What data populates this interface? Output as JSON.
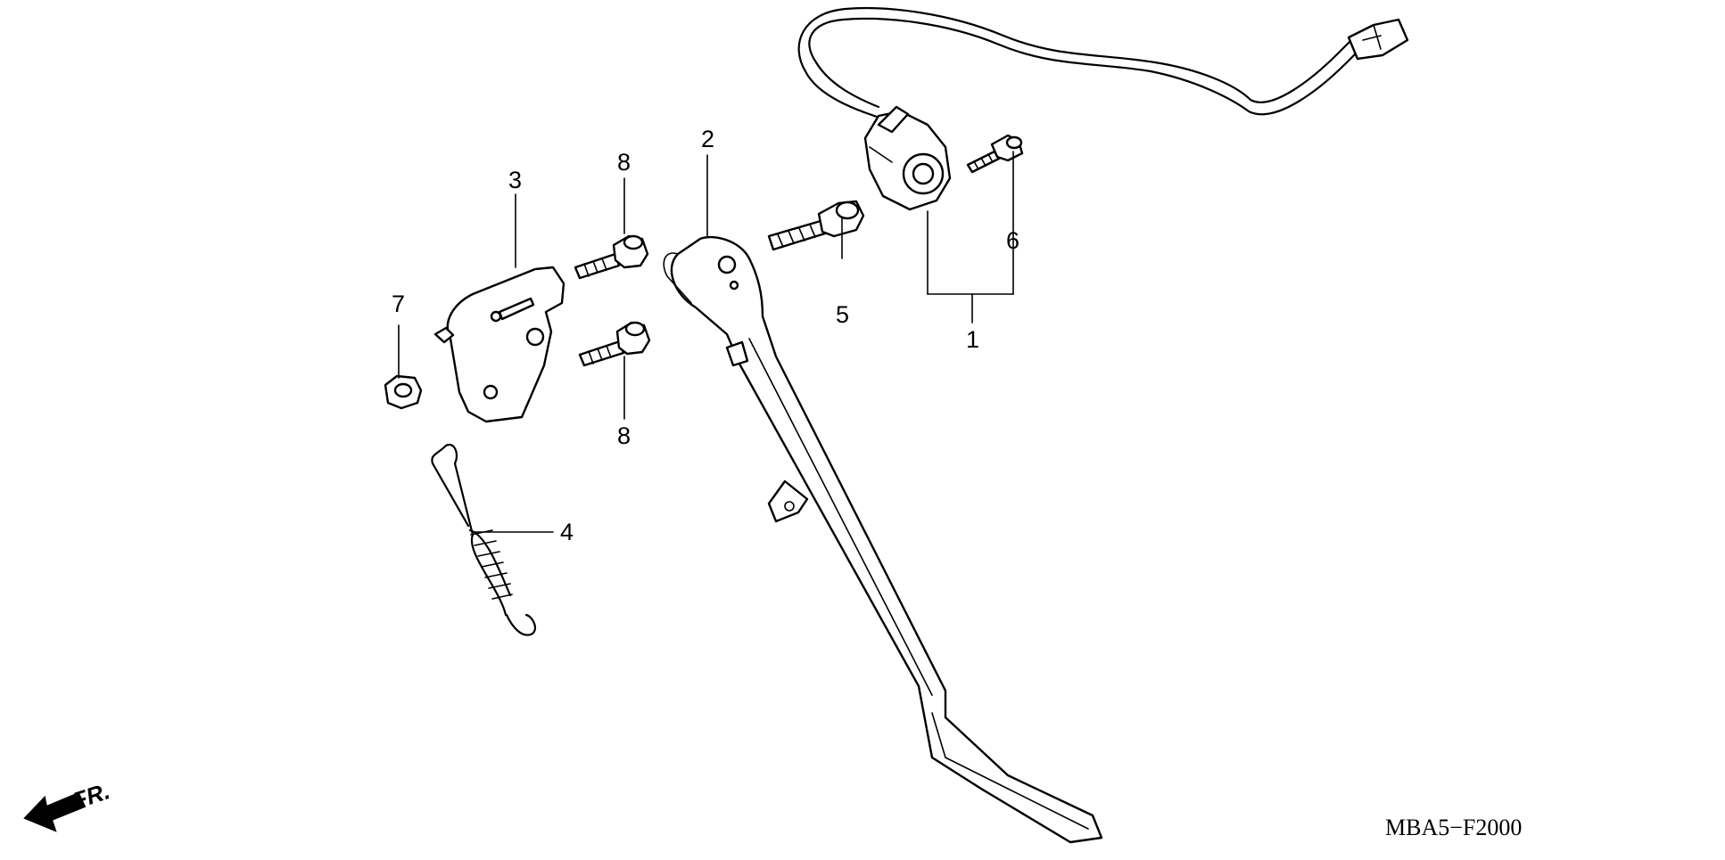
{
  "diagram": {
    "callouts": [
      "1",
      "2",
      "3",
      "4",
      "5",
      "6",
      "7",
      "8",
      "8"
    ],
    "direction_label": "FR.",
    "diagram_code": "MBA5−F2000"
  }
}
